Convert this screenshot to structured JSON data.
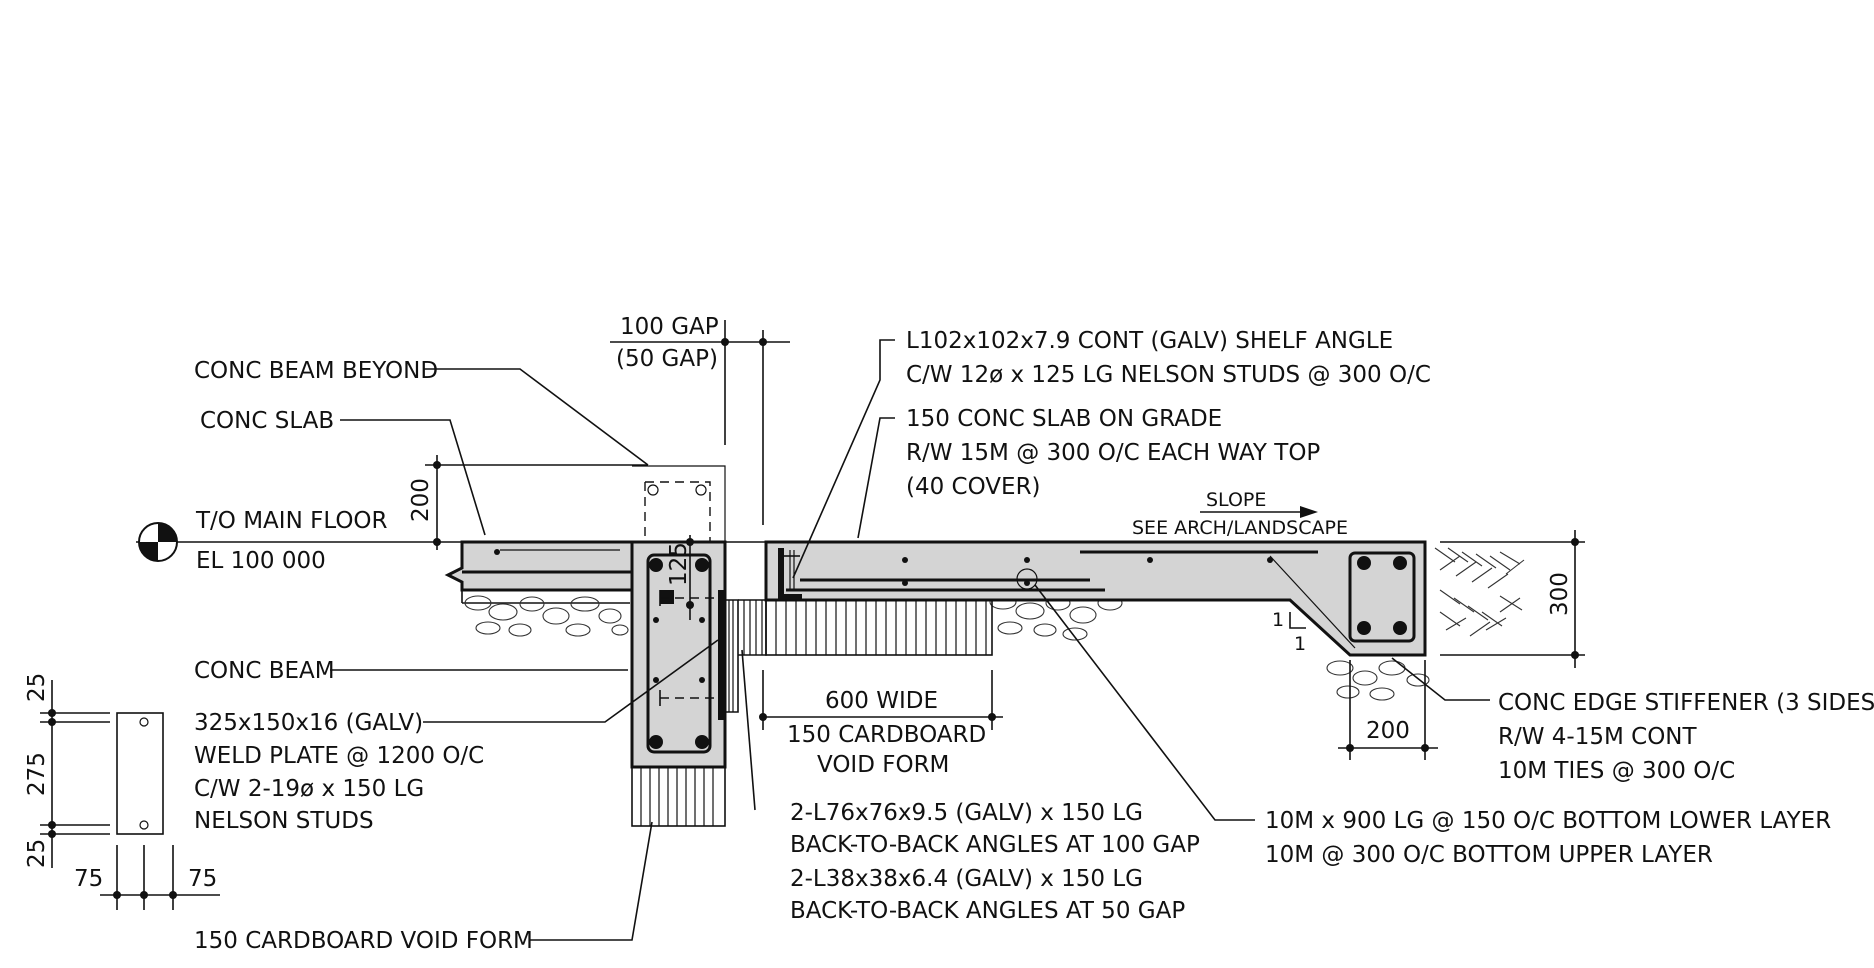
{
  "labels": {
    "gap_top": "100 GAP",
    "gap_bottom": "(50 GAP)",
    "conc_beam_beyond": "CONC BEAM BEYOND",
    "conc_slab": "CONC SLAB",
    "main_floor_line1": "T/O MAIN FLOOR",
    "main_floor_line2": "EL 100 000",
    "conc_beam": "CONC BEAM",
    "weld_plate_1": "325x150x16 (GALV)",
    "weld_plate_2": "WELD PLATE @ 1200 O/C",
    "weld_plate_3": "C/W 2-19ø x 150 LG",
    "weld_plate_4": "NELSON STUDS",
    "void_form_bottom": "150 CARDBOARD VOID FORM",
    "shelf_angle_1": "L102x102x7.9 CONT (GALV) SHELF ANGLE",
    "shelf_angle_2": "C/W 12ø x 125 LG NELSON STUDS @ 300 O/C",
    "slab_on_grade_1": "150 CONC SLAB ON GRADE",
    "slab_on_grade_2": "R/W 15M @ 300 O/C EACH WAY TOP",
    "slab_on_grade_3": "(40 COVER)",
    "slope": "SLOPE",
    "see_arch": "SEE ARCH/LANDSCAPE",
    "wide_600": "600 WIDE",
    "void_form_mid_1": "150 CARDBOARD",
    "void_form_mid_2": "VOID FORM",
    "angles_1": "2-L76x76x9.5 (GALV) x 150 LG",
    "angles_2": "BACK-TO-BACK ANGLES AT 100 GAP",
    "angles_3": "2-L38x38x6.4 (GALV) x 150 LG",
    "angles_4": "BACK-TO-BACK ANGLES AT 50 GAP",
    "edge_stiffener_1": "CONC EDGE STIFFENER (3 SIDES)",
    "edge_stiffener_2": "R/W 4-15M CONT",
    "edge_stiffener_3": "10M TIES @ 300 O/C",
    "bottom_bars_1": "10M x 900 LG @ 150 O/C BOTTOM LOWER LAYER",
    "bottom_bars_2": "10M @ 300 O/C BOTTOM UPPER LAYER",
    "slope_ratio_v": "1",
    "slope_ratio_h": "1"
  },
  "dimensions": {
    "d200_beam": "200",
    "d125": "125",
    "d300": "300",
    "d200_stiffener": "200",
    "d25_top": "25",
    "d275": "275",
    "d25_bottom": "25",
    "d75_left": "75",
    "d75_right": "75"
  }
}
